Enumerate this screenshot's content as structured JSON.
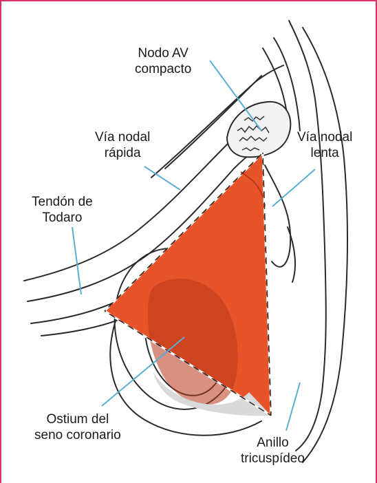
{
  "colors": {
    "triangle": "#e8542a",
    "leader": "#5aaed6",
    "outline": "#2a2a2a",
    "frame": "#d8326a"
  },
  "labels": {
    "nodo_av": {
      "line1": "Nodo AV",
      "line2": "compacto"
    },
    "via_rapida": {
      "line1": "Vía nodal",
      "line2": "rápida"
    },
    "via_lenta": {
      "line1": "Vía nodal",
      "line2": "lenta"
    },
    "todaro": {
      "line1": "Tendón de",
      "line2": "Todaro"
    },
    "ostium": {
      "line1": "Ostium del",
      "line2": "seno coronario"
    },
    "anillo": {
      "line1": "Anillo",
      "line2": "tricuspídeo"
    }
  }
}
